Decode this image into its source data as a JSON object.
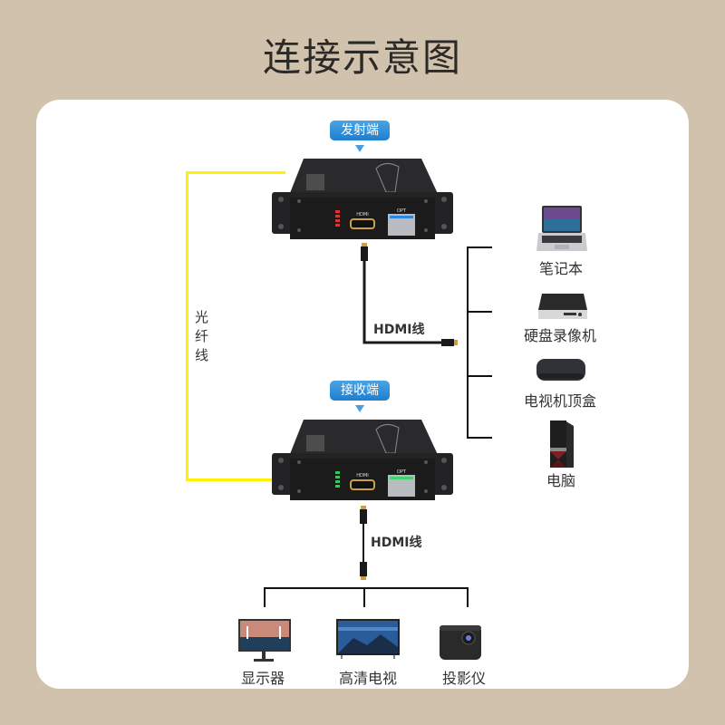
{
  "title": "连接示意图",
  "transmitter": {
    "label": "发射端",
    "led_color": "#e8322f",
    "port_label": "HDMI",
    "opt_label": "OPT",
    "opt_accent": "#2f86e0"
  },
  "receiver": {
    "label": "接收端",
    "led_color": "#34c759",
    "port_label": "HDMI",
    "opt_label": "OPT",
    "opt_accent": "#3fd46a"
  },
  "fiber": {
    "label": "光纤线",
    "color": "#fff200"
  },
  "cables": {
    "top_label": "HDMI线",
    "bottom_label": "HDMI线"
  },
  "sources": [
    {
      "label": "笔记本",
      "icon": "laptop-icon"
    },
    {
      "label": "硬盘录像机",
      "icon": "dvr-icon"
    },
    {
      "label": "电视机顶盒",
      "icon": "set-top-box-icon"
    },
    {
      "label": "电脑",
      "icon": "desktop-pc-icon"
    }
  ],
  "outputs": [
    {
      "label": "显示器",
      "icon": "monitor-icon"
    },
    {
      "label": "高清电视",
      "icon": "hd-tv-icon"
    },
    {
      "label": "投影仪",
      "icon": "projector-icon"
    }
  ]
}
